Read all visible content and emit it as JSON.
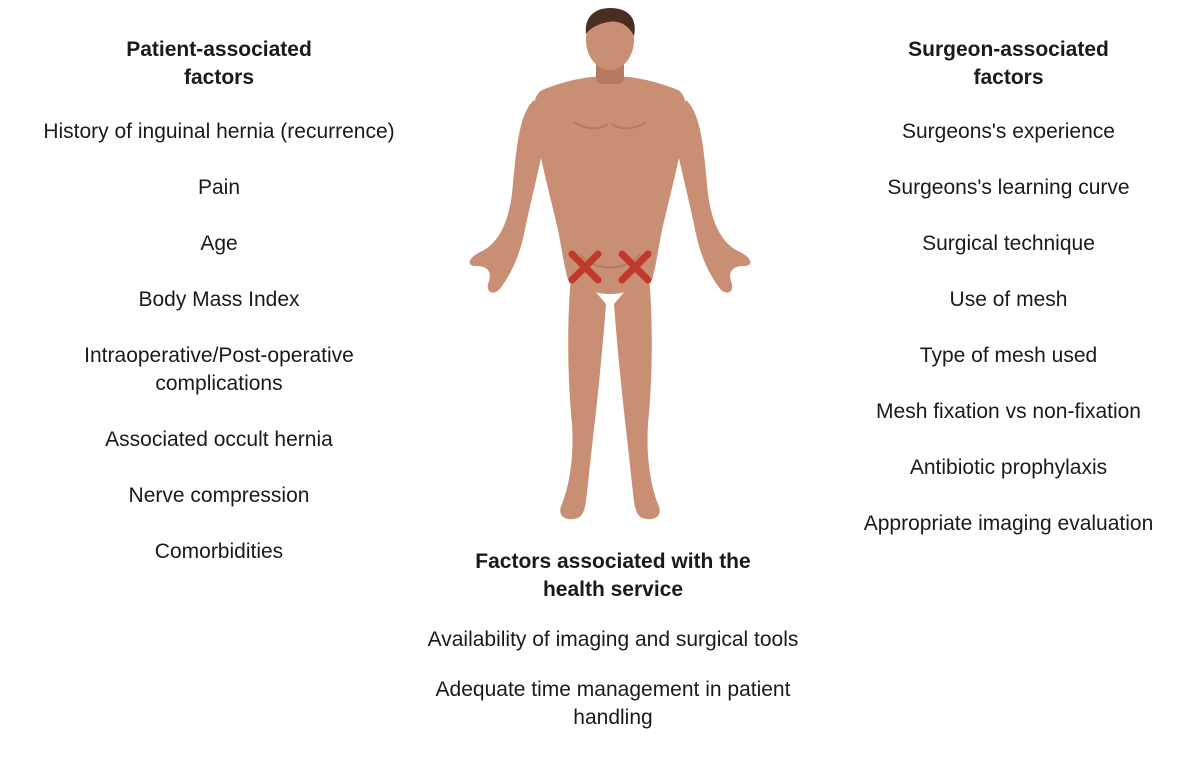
{
  "patient": {
    "heading": "Patient-associated factors",
    "items": [
      "History of inguinal hernia (recurrence)",
      "Pain",
      "Age",
      "Body Mass Index",
      "Intraoperative/Post-operative complications",
      "Associated occult hernia",
      "Nerve compression",
      "Comorbidities"
    ]
  },
  "surgeon": {
    "heading": "Surgeon-associated factors",
    "items": [
      "Surgeons's experience",
      "Surgeons's learning curve",
      "Surgical technique",
      "Use of mesh",
      "Type of mesh used",
      "Mesh fixation vs non-fixation",
      "Antibiotic prophylaxis",
      "Appropriate imaging evaluation"
    ]
  },
  "health_service": {
    "heading": "Factors associated with the health service",
    "items": [
      "Availability of imaging and surgical tools",
      "Adequate time management in patient handling"
    ]
  },
  "colors": {
    "skin": "#c98f74",
    "skin_shadow": "#b57a61",
    "hair": "#4a2e22",
    "marker": "#c0392b"
  },
  "icons": {
    "figure": "human-body-front-view",
    "markers": "groin-cross-marks"
  }
}
